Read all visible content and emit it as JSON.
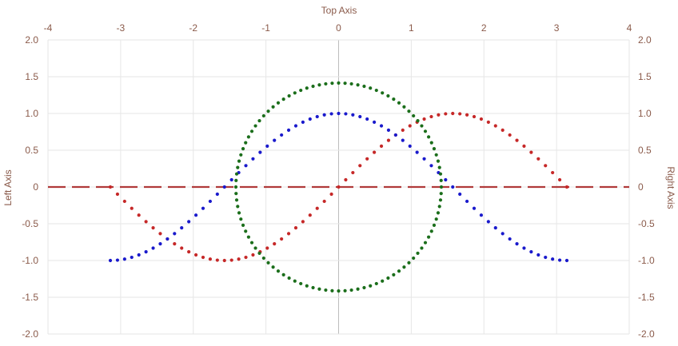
{
  "chart_data": {
    "type": "scatter",
    "title": "",
    "axis_titles": {
      "top": "Top Axis",
      "left": "Left Axis",
      "right": "Right Axis"
    },
    "x_axis": {
      "position": "top",
      "min": -4,
      "max": 4,
      "ticks": [
        "-4",
        "-3",
        "-2",
        "-1",
        "0",
        "1",
        "2",
        "3",
        "4"
      ]
    },
    "y_axis_left": {
      "min": -2,
      "max": 2,
      "ticks": [
        "2.0",
        "1.5",
        "1.0",
        "0.5",
        "0",
        "-0.5",
        "-1.0",
        "-1.5",
        "-2.0"
      ]
    },
    "y_axis_right": {
      "min": -2,
      "max": 2,
      "ticks": [
        "2.0",
        "1.5",
        "1.0",
        "0.5",
        "0",
        "-0.5",
        "-1.0",
        "-1.5",
        "-2.0"
      ]
    },
    "grid": true,
    "legend": "none",
    "colors": {
      "axis_text": "#8a5a4a",
      "grid": "#e6e6e6",
      "zero_line": "#bdbdbd"
    },
    "series": [
      {
        "function": "y = sin(x)",
        "x_range": [
          -3.14159,
          3.14159
        ],
        "samples": 64,
        "color": "#c62828",
        "marker": "dot"
      },
      {
        "function": "y = cos(x)",
        "x_range": [
          -3.14159,
          3.14159
        ],
        "samples": 64,
        "color": "#1a1acc",
        "marker": "dot"
      },
      {
        "function": "circle radius 1.414",
        "center": [
          0,
          0
        ],
        "radius": 1.414,
        "samples": 100,
        "color": "#1b6e1b",
        "marker": "dot"
      },
      {
        "function": "y = 0",
        "x_range": [
          -4,
          4
        ],
        "color": "#b03a3a",
        "style": "dashed"
      }
    ]
  }
}
